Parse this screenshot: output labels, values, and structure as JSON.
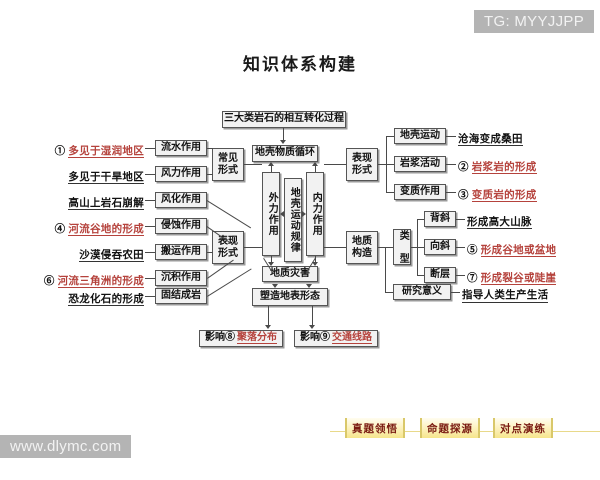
{
  "title": "知识体系构建",
  "watermarks": {
    "top_right": "TG: MYYJJPP",
    "bottom_left": "www.dlymc.com"
  },
  "diagram": {
    "top_box": "三大类岩石的相互转化过程",
    "cycle_box": "地壳物质循环",
    "center": {
      "external": "外力作用",
      "law": "地壳运动规律",
      "internal": "内力作用",
      "hazard": "地质灾害",
      "landform": "塑造地表形态"
    },
    "left_group_labels": {
      "common_forms": "常见\n形式",
      "manifest_forms": "表现\n形式"
    },
    "left_rows": [
      {
        "num": "①",
        "desc": "多见于湿润地区",
        "desc_red": true,
        "box": "流水作用"
      },
      {
        "num": "",
        "desc": "多见于干旱地区",
        "desc_red": false,
        "box": "风力作用"
      },
      {
        "num": "",
        "desc": "高山上岩石崩解",
        "desc_red": false,
        "box": "风化作用"
      },
      {
        "num": "④",
        "desc": "河流谷地的形成",
        "desc_red": true,
        "box": "侵蚀作用"
      },
      {
        "num": "",
        "desc": "沙漠侵吞农田",
        "desc_red": false,
        "box": "搬运作用"
      },
      {
        "num": "⑥",
        "desc": "河流三角洲的形成",
        "desc_red": true,
        "box": "沉积作用"
      },
      {
        "num": "",
        "desc": "恐龙化石的形成",
        "desc_red": false,
        "box": "固结成岩"
      }
    ],
    "right_group_labels": {
      "manifest_forms": "表现\n形式",
      "geo_structure": "地质\n构造",
      "types": "类\n型",
      "significance": "研究意义"
    },
    "right_rows_top": [
      {
        "box": "地壳运动",
        "num": "",
        "desc": "沧海变成桑田",
        "desc_red": false
      },
      {
        "box": "岩浆活动",
        "num": "②",
        "desc": "岩浆岩的形成",
        "desc_red": true
      },
      {
        "box": "变质作用",
        "num": "③",
        "desc": "变质岩的形成",
        "desc_red": true
      }
    ],
    "right_rows_bottom": [
      {
        "box": "背斜",
        "num": "",
        "desc": "形成高大山脉",
        "desc_red": false
      },
      {
        "box": "向斜",
        "num": "⑤",
        "desc": "形成谷地或盆地",
        "desc_red": true
      },
      {
        "box": "断层",
        "num": "⑦",
        "desc": "形成裂谷或陡崖",
        "desc_red": true
      }
    ],
    "significance_text": "指导人类生产生活",
    "bottom_boxes": [
      {
        "prefix": "影响⑧",
        "value": "聚落分布"
      },
      {
        "prefix": "影响⑨",
        "value": "交通线路"
      }
    ]
  },
  "tabs": [
    {
      "label": "真题领悟"
    },
    {
      "label": "命题探源"
    },
    {
      "label": "对点演练"
    }
  ],
  "colors": {
    "accent_red": "#b5423c",
    "box_fill": "#f2f2f2",
    "line": "#4a4a4a",
    "tab_text": "#7a1b12"
  }
}
